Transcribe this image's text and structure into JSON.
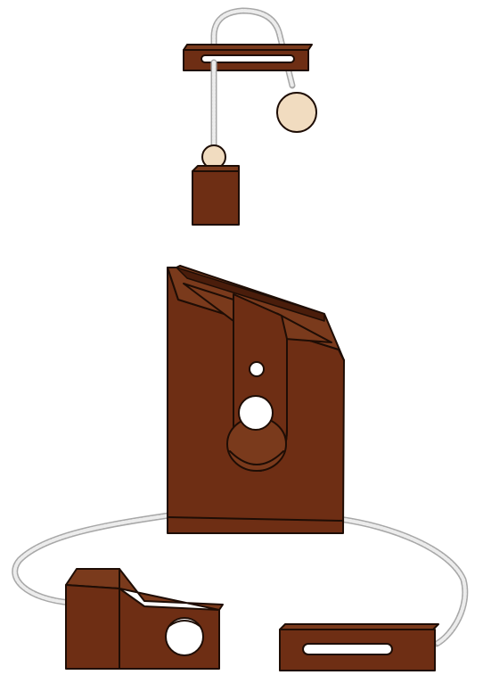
{
  "colors": {
    "wood": "#6e2e14",
    "wood_light": "#7a3a1c",
    "wood_dark": "#4a1d0b",
    "outline": "#1e0d05",
    "ball": "#f1dcc0",
    "string": "#e2e2e2",
    "string_shadow": "#a8a8a8",
    "background": "#ffffff"
  },
  "parts": [
    {
      "name": "slotted-bar-top",
      "icon": "slotted-bar-icon"
    },
    {
      "name": "large-ball",
      "icon": "ball-icon"
    },
    {
      "name": "small-ball",
      "icon": "ball-icon"
    },
    {
      "name": "small-block",
      "icon": "block-icon"
    },
    {
      "name": "main-body",
      "icon": "puzzle-body-icon"
    },
    {
      "name": "holed-piece",
      "icon": "holed-piece-icon"
    },
    {
      "name": "slotted-bar-bottom",
      "icon": "slotted-bar-icon"
    }
  ]
}
